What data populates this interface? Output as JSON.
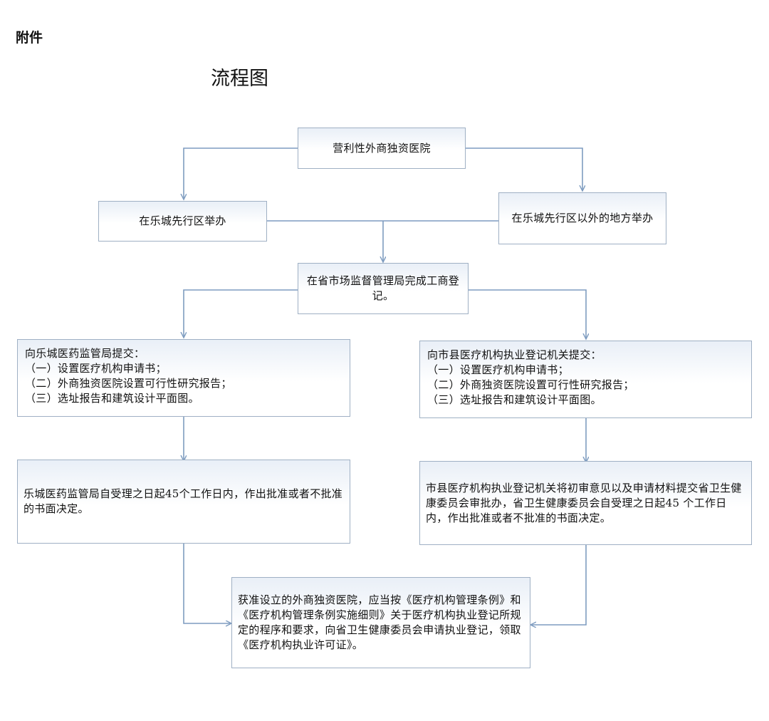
{
  "header": {
    "attachment_label": "附件",
    "title": "流程图"
  },
  "nodes": {
    "root": "营利性外商独资医院",
    "branch_left": "在乐城先行区举办",
    "branch_right": "在乐城先行区以外的地方举办",
    "registration": "在省市场监督管理局完成工商登记。",
    "submit_left": {
      "lines": [
        "向乐城医药监管局提交：",
        "（一）设置医疗机构申请书；",
        "（二）外商独资医院设置可行性研究报告；",
        "（三）选址报告和建筑设计平面图。"
      ]
    },
    "submit_right": {
      "lines": [
        "向市县医疗机构执业登记机关提交：",
        "（一）设置医疗机构申请书；",
        "（二）外商独资医院设置可行性研究报告；",
        "（三）选址报告和建筑设计平面图。"
      ]
    },
    "decision_left": "乐城医药监管局自受理之日起45个工作日内，作出批准或者不批准的书面决定。",
    "decision_right": "市县医疗机构执业登记机关将初审意见以及申请材料提交省卫生健康委员会审批办，省卫生健康委员会自受理之日起45 个工作日内，作出批准或者不批准的书面决定。",
    "final": "获准设立的外商独资医院，应当按《医疗机构管理条例》和《医疗机构管理条例实施细则》关于医疗机构执业登记所规定的程序和要求，向省卫生健康委员会申请执业登记，领取《医疗机构执业许可证》。"
  },
  "colors": {
    "connector": "#7e9cc0",
    "box_border": "#9fb0c4"
  }
}
